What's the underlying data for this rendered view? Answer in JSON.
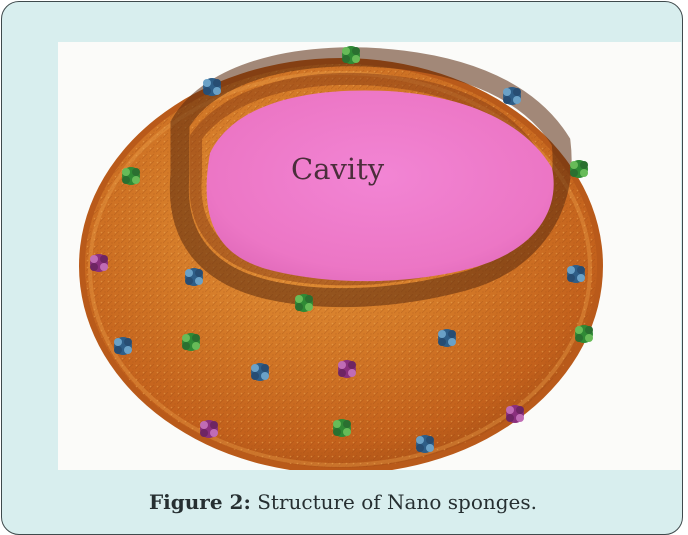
{
  "figure": {
    "cavity_label": "Cavity",
    "caption_label": "Figure 2:",
    "caption_text": " Structure of Nano sponges."
  },
  "colors": {
    "panel_background": "#d8eeee",
    "frame_border": "#3f4a4c",
    "sponge_orange": "#cc6b22",
    "cavity_pink": "#ef79c8",
    "molecule_blue": "#2e5e88",
    "molecule_green": "#2f8a35",
    "molecule_purple": "#8a2f7d"
  },
  "molecules": [
    {
      "name": "molecule-green-top",
      "type": "green"
    },
    {
      "name": "molecule-blue-top-left",
      "type": "blue"
    },
    {
      "name": "molecule-blue-top-right",
      "type": "blue"
    },
    {
      "name": "molecule-green-upper-left",
      "type": "green"
    },
    {
      "name": "molecule-green-upper-right",
      "type": "green"
    },
    {
      "name": "molecule-purple-left",
      "type": "purple"
    },
    {
      "name": "molecule-blue-middle-left",
      "type": "blue"
    },
    {
      "name": "molecule-blue-right",
      "type": "blue"
    },
    {
      "name": "molecule-green-center",
      "type": "green"
    },
    {
      "name": "molecule-blue-lower-left",
      "type": "blue"
    },
    {
      "name": "molecule-green-lower-left",
      "type": "green"
    },
    {
      "name": "molecule-blue-center-right",
      "type": "blue"
    },
    {
      "name": "molecule-green-lower-right",
      "type": "green"
    },
    {
      "name": "molecule-blue-bottom-left",
      "type": "blue"
    },
    {
      "name": "molecule-purple-center",
      "type": "purple"
    },
    {
      "name": "molecule-purple-bottom-left",
      "type": "purple"
    },
    {
      "name": "molecule-green-bottom",
      "type": "green"
    },
    {
      "name": "molecule-purple-bottom-right",
      "type": "purple"
    },
    {
      "name": "molecule-blue-bottom",
      "type": "blue"
    }
  ]
}
